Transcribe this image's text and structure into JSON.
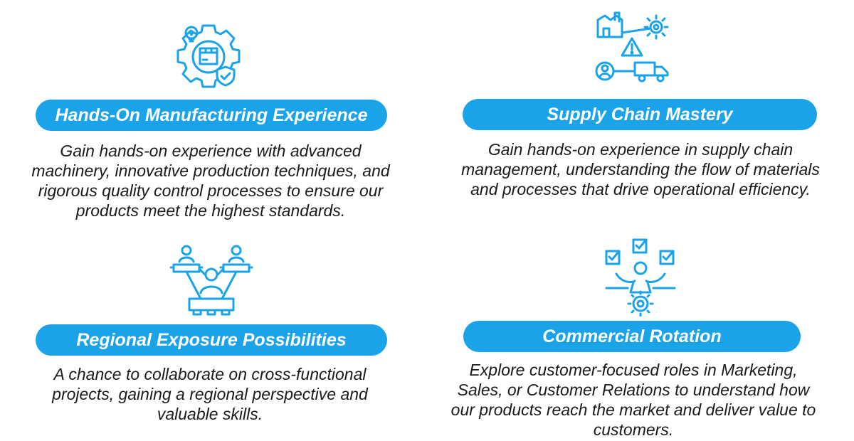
{
  "colors": {
    "accent": "#1aa3e8",
    "text": "#1a1a1a",
    "background": "#ffffff"
  },
  "cards": [
    {
      "icon": "gear-lightbulb-box-shield-icon",
      "title": "Hands-On Manufacturing Experience",
      "description": "Gain hands-on experience with advanced machinery, innovative production techniques, and rigorous quality control processes to ensure our products meet the highest standards."
    },
    {
      "icon": "factory-network-truck-icon",
      "title": "Supply Chain Mastery",
      "description": "Gain hands-on experience in supply chain management, understanding the flow of materials and processes that drive operational efficiency."
    },
    {
      "icon": "team-gears-network-icon",
      "title": "Regional Exposure Possibilities",
      "description": "A chance to collaborate on cross-functional projects, gaining a regional perspective and valuable skills."
    },
    {
      "icon": "person-checklist-gear-icon",
      "title": "Commercial Rotation",
      "description": "Explore customer-focused roles in Marketing, Sales, or Customer Relations to understand how our products reach the market and deliver value to customers."
    }
  ]
}
